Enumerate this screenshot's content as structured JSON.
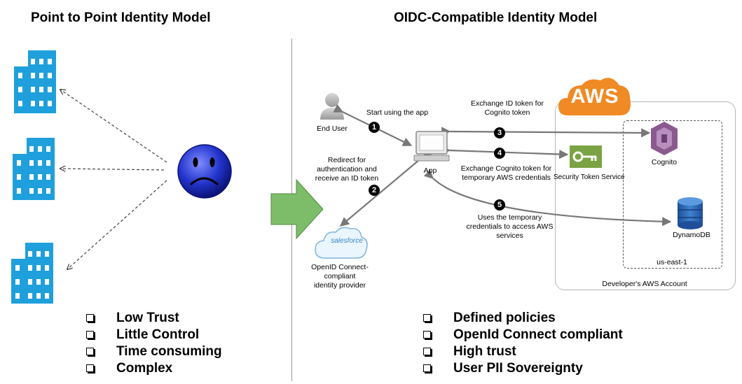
{
  "left": {
    "title": "Point to Point Identity Model",
    "bullets": [
      "Low Trust",
      "Little Control",
      "Time consuming",
      "Complex"
    ]
  },
  "right": {
    "title": "OIDC-Compatible Identity Model",
    "bullets": [
      "Defined policies",
      "OpenId Connect compliant",
      "High trust",
      "User PII Sovereignty"
    ]
  },
  "nodes": {
    "end_user": "End User",
    "app": "App",
    "idp": [
      "OpenID Connect-",
      "compliant",
      "identity provider"
    ],
    "idp_logo": "salesforce",
    "sts": "Security Token Service",
    "cognito": "Cognito",
    "dynamodb": "DynamoDB",
    "region": "us-east-1",
    "account": "Developer's AWS Account",
    "aws_logo": "AWS"
  },
  "steps": [
    {
      "num": "1",
      "text": [
        "Start using the app"
      ]
    },
    {
      "num": "2",
      "text": [
        "Redirect for",
        "authentication and",
        "receive an ID token"
      ]
    },
    {
      "num": "3",
      "text": [
        "Exchange ID token for",
        "Cognito token"
      ]
    },
    {
      "num": "4",
      "text": [
        "Exchange Cognito token for",
        "temporary AWS credentials"
      ]
    },
    {
      "num": "5",
      "text": [
        "Uses the temporary",
        "credentials to access AWS",
        "services"
      ]
    }
  ],
  "colors": {
    "building": "#1fa0dc",
    "face": "#2233cc",
    "arrow_green": "#7dbd6a",
    "aws_orange": "#f08a24",
    "cognito": "#8a5a8f",
    "dynamodb": "#2e6fb5",
    "sts": "#7aa343"
  }
}
